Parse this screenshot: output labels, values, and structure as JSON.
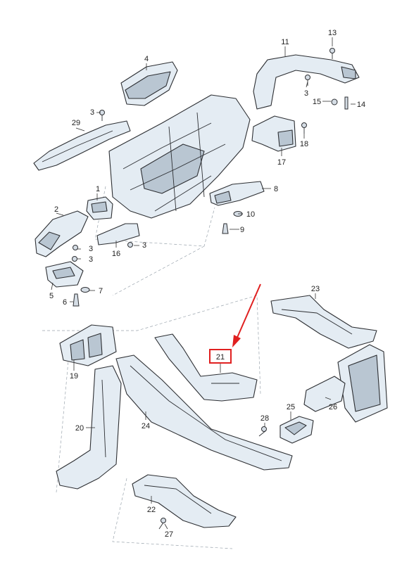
{
  "callouts": [
    {
      "id": "1",
      "label": "1"
    },
    {
      "id": "2",
      "label": "2"
    },
    {
      "id": "3a",
      "label": "3"
    },
    {
      "id": "3b",
      "label": "3"
    },
    {
      "id": "3c",
      "label": "3"
    },
    {
      "id": "3d",
      "label": "3"
    },
    {
      "id": "3e",
      "label": "3"
    },
    {
      "id": "4",
      "label": "4"
    },
    {
      "id": "5",
      "label": "5"
    },
    {
      "id": "6",
      "label": "6"
    },
    {
      "id": "7",
      "label": "7"
    },
    {
      "id": "8",
      "label": "8"
    },
    {
      "id": "9",
      "label": "9"
    },
    {
      "id": "10",
      "label": "10"
    },
    {
      "id": "11",
      "label": "11"
    },
    {
      "id": "13",
      "label": "13"
    },
    {
      "id": "14",
      "label": "14"
    },
    {
      "id": "15",
      "label": "15"
    },
    {
      "id": "16",
      "label": "16"
    },
    {
      "id": "17",
      "label": "17"
    },
    {
      "id": "18",
      "label": "18"
    },
    {
      "id": "19",
      "label": "19"
    },
    {
      "id": "20",
      "label": "20"
    },
    {
      "id": "21",
      "label": "21"
    },
    {
      "id": "22",
      "label": "22"
    },
    {
      "id": "23",
      "label": "23"
    },
    {
      "id": "24",
      "label": "24"
    },
    {
      "id": "25",
      "label": "25"
    },
    {
      "id": "26",
      "label": "26"
    },
    {
      "id": "27",
      "label": "27"
    },
    {
      "id": "28",
      "label": "28"
    },
    {
      "id": "29",
      "label": "29"
    }
  ],
  "highlight": {
    "label": "21",
    "color": "#e02020"
  }
}
